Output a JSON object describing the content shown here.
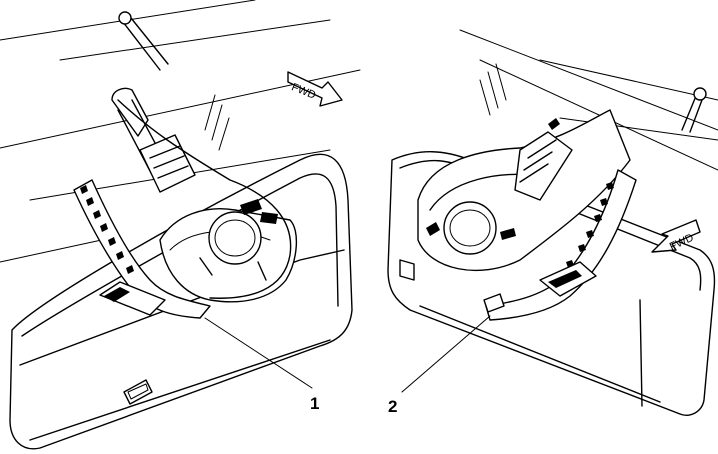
{
  "figure": {
    "callouts": [
      {
        "id": "1",
        "label": "1"
      },
      {
        "id": "2",
        "label": "2"
      }
    ],
    "direction_arrows": [
      {
        "label": "FWD"
      },
      {
        "label": "FWD"
      }
    ]
  }
}
